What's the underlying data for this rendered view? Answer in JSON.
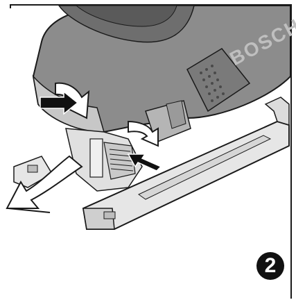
{
  "figure": {
    "brand_label": "BOSCH",
    "step_number": "2"
  },
  "colors": {
    "body_dark": "#6e6e6e",
    "body_mid": "#8c8c8c",
    "body_light": "#c7c7c7",
    "outline": "#1a1a1a",
    "arrow_fill": "#ffffff",
    "badge": "#111111"
  },
  "icons": [
    "pressing-arrow-icon",
    "removal-arrow-icon",
    "step-number-badge"
  ]
}
